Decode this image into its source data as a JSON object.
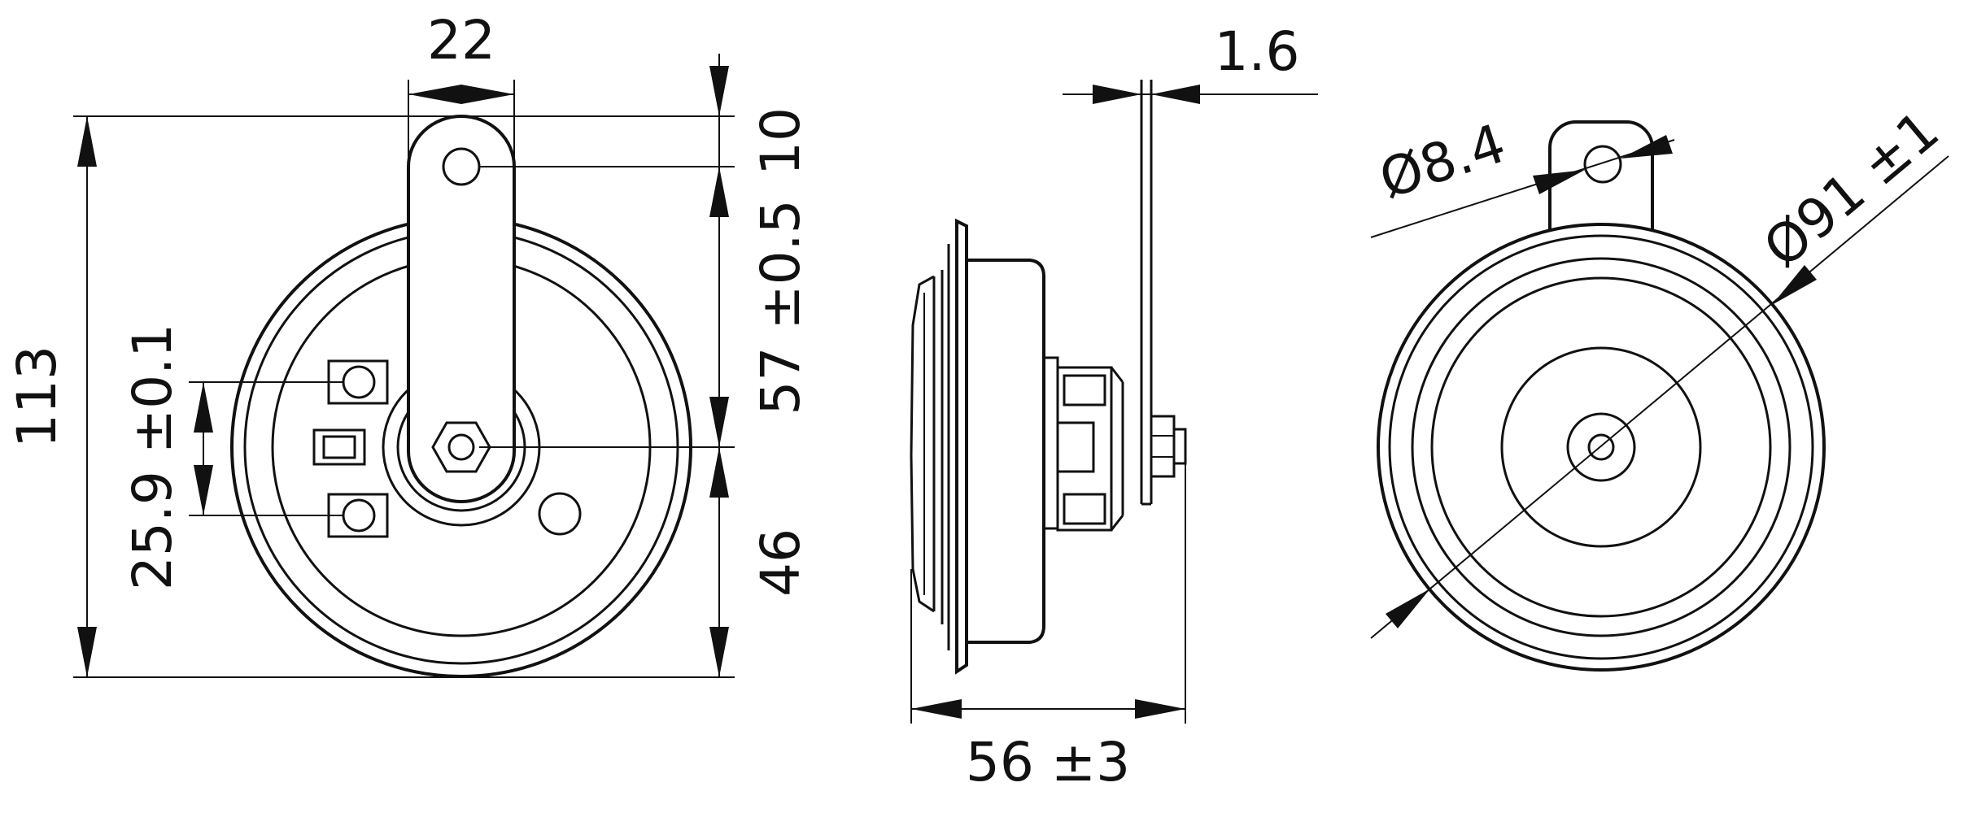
{
  "drawing": {
    "front_view": {
      "width_top": "22",
      "height_total": "113",
      "top_to_hole": "10",
      "hole_to_center": "57 ±0.5",
      "center_to_bottom": "46",
      "terminal_spacing": "25.9 ±0.1"
    },
    "side_view": {
      "bracket_thickness": "1.6",
      "depth": "56 ±3"
    },
    "rear_view": {
      "hole_diameter": "Ø8.4",
      "body_diameter": "Ø91 ±1"
    }
  },
  "colors": {
    "line": "#111111",
    "background": "#ffffff"
  }
}
